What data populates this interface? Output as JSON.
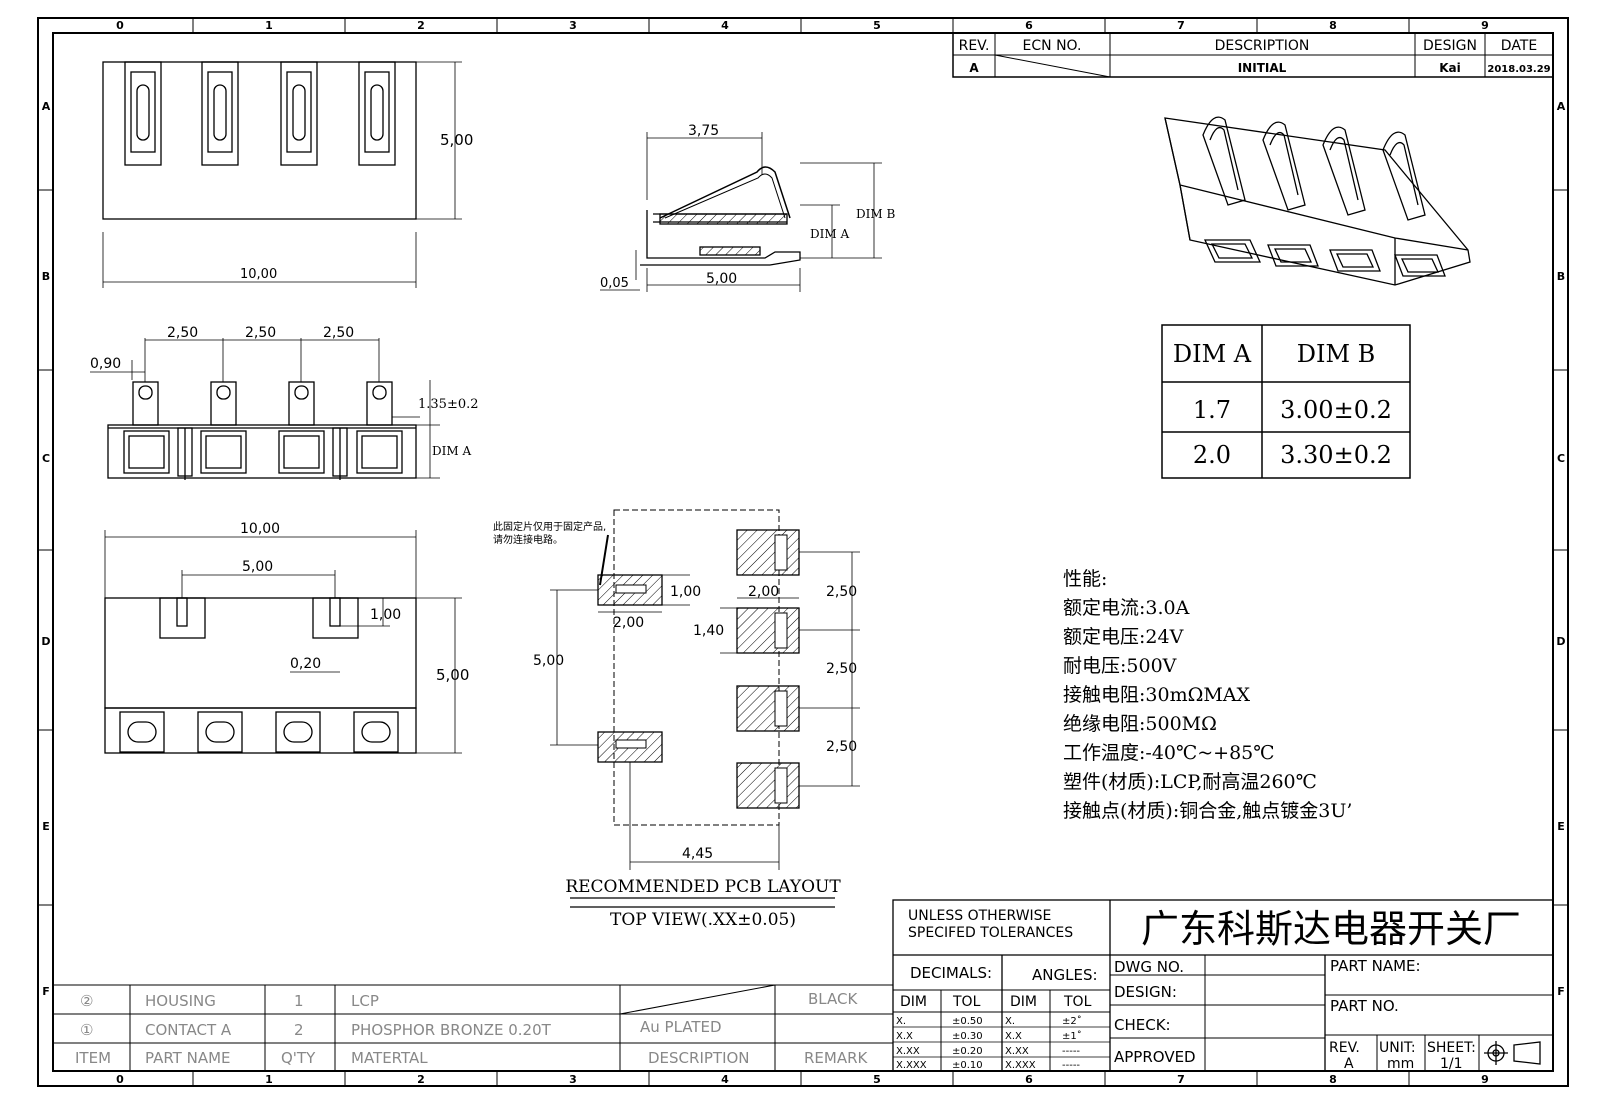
{
  "grid": {
    "cols": [
      "0",
      "1",
      "2",
      "3",
      "4",
      "5",
      "6",
      "7",
      "8",
      "9"
    ],
    "rows": [
      "A",
      "B",
      "C",
      "D",
      "E",
      "F"
    ]
  },
  "revision": {
    "headers": {
      "rev": "REV.",
      "ecn": "ECN NO.",
      "desc": "DESCRIPTION",
      "design": "DESIGN",
      "date": "DATE"
    },
    "row": {
      "rev": "A",
      "desc": "INITIAL",
      "design": "Kai",
      "date": "2018.03.29"
    }
  },
  "top_view": {
    "height": "5,00",
    "width": "10,00"
  },
  "side_view": {
    "top": "3,75",
    "bottom": "5,00",
    "offset": "0,05",
    "dim_a": "DIM A",
    "dim_b": "DIM B"
  },
  "front_view": {
    "pitch1": "2,50",
    "pitch2": "2,50",
    "pitch3": "2,50",
    "edge": "0,90",
    "height": "1.35±0.2",
    "dim_a": "DIM A"
  },
  "bottom_view": {
    "width": "10,00",
    "inner": "5,00",
    "slot": "1,00",
    "gap": "0,20",
    "height": "5,00"
  },
  "pcb": {
    "note1": "此固定片仅用于固定产品,",
    "note2": "请勿连接电路。",
    "pad_h": "1,00",
    "pad_w": "2,00",
    "span": "5,00",
    "pad_w2": "2,00",
    "pad_h2": "1,40",
    "p1": "2,50",
    "p2": "2,50",
    "p3": "2,50",
    "off": "4,45",
    "caption": "RECOMMENDED PCB LAYOUT",
    "subcaption": "TOP VIEW(.XX±0.05)"
  },
  "dim_table": {
    "headers": [
      "DIM A",
      "DIM B"
    ],
    "rows": [
      [
        "1.7",
        "3.00±0.2"
      ],
      [
        "2.0",
        "3.30±0.2"
      ]
    ]
  },
  "specs": {
    "title": "性能:",
    "lines": [
      "额定电流:3.0A",
      "额定电压:24V",
      "耐电压:500V",
      "接触电阻:30mΩMAX",
      "绝缘电阻:500MΩ",
      "工作温度:-40℃~+85℃",
      "塑件(材质):LCP,耐高温260℃",
      "接触点(材质):铜合金,触点镀金3U’"
    ]
  },
  "bom": {
    "rows": [
      {
        "item": "②",
        "part": "HOUSING",
        "qty": "1",
        "material": "LCP",
        "desc": "",
        "remark": "BLACK"
      },
      {
        "item": "①",
        "part": "CONTACT A",
        "qty": "2",
        "material": "PHOSPHOR BRONZE 0.20T",
        "desc": "Au PLATED",
        "remark": ""
      }
    ],
    "headers": {
      "item": "ITEM",
      "part": "PART NAME",
      "qty": "Q'TY",
      "material": "MATERTAL",
      "desc": "DESCRIPTION",
      "remark": "REMARK"
    }
  },
  "title_block": {
    "tol1": "UNLESS OTHERWISE",
    "tol2": "SPECIFED TOLERANCES",
    "company": "广东科斯达电器开关厂",
    "decimals": "DECIMALS:",
    "angles": "ANGLES:",
    "dim": "DIM",
    "tol": "TOL",
    "dec_rows": [
      [
        "X.",
        "±0.50"
      ],
      [
        "X.X",
        "±0.30"
      ],
      [
        "X.XX",
        "±0.20"
      ],
      [
        "X.XXX",
        "±0.10"
      ]
    ],
    "ang_rows": [
      [
        "X.",
        "±2˚"
      ],
      [
        "X.X",
        "±1˚"
      ],
      [
        "X.XX",
        "-----"
      ],
      [
        "X.XXX",
        "-----"
      ]
    ],
    "dwg_no": "DWG NO.",
    "design": "DESIGN:",
    "check": "CHECK:",
    "approved": "APPROVED",
    "part_name": "PART NAME:",
    "part_no": "PART NO.",
    "rev": "REV.",
    "rev_val": "A",
    "unit": "UNIT:",
    "unit_val": "mm",
    "sheet": "SHEET:",
    "sheet_val": "1/1"
  }
}
